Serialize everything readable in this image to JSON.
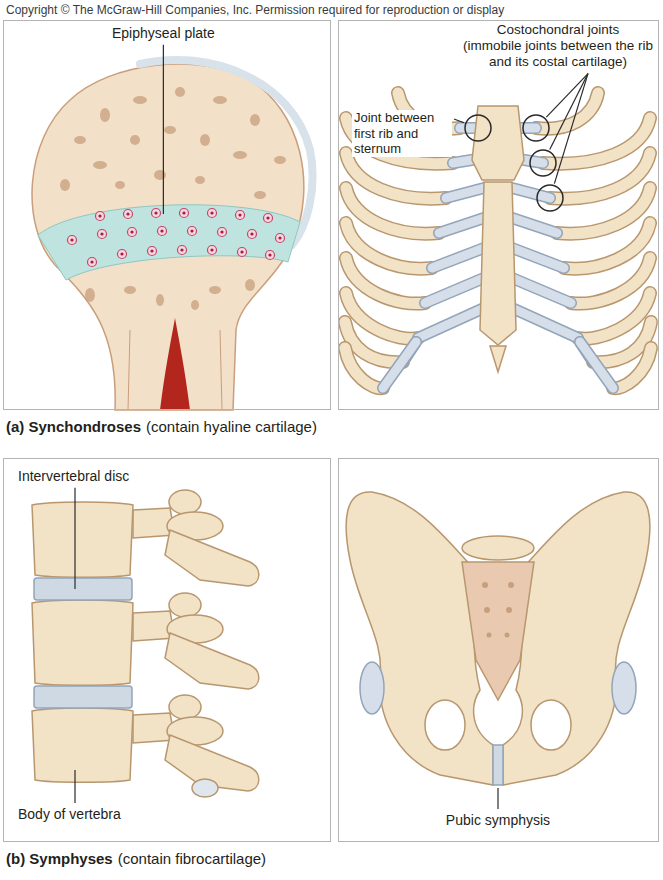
{
  "diagram": {
    "nodes": [
      {
        "text": [
          "Epiphyseal plate"
        ]
      },
      {
        "text": [
          "Costochondral joints",
          "(immobile joints between the rib and its costal cartilage)",
          "Joint between first rib and sternum"
        ]
      },
      {
        "text": [
          "Intervertebral disc",
          "Body of vertebra"
        ]
      },
      {
        "text": [
          "Pubic symphysis"
        ]
      }
    ],
    "labels": [
      "Copyright © The McGraw-Hill Companies, Inc. Permission required for reproduction or display",
      "(a) Synchondroses",
      "(contain hyaline cartilage)",
      "(b) Symphyses",
      "(contain fibrocartilage)"
    ]
  }
}
